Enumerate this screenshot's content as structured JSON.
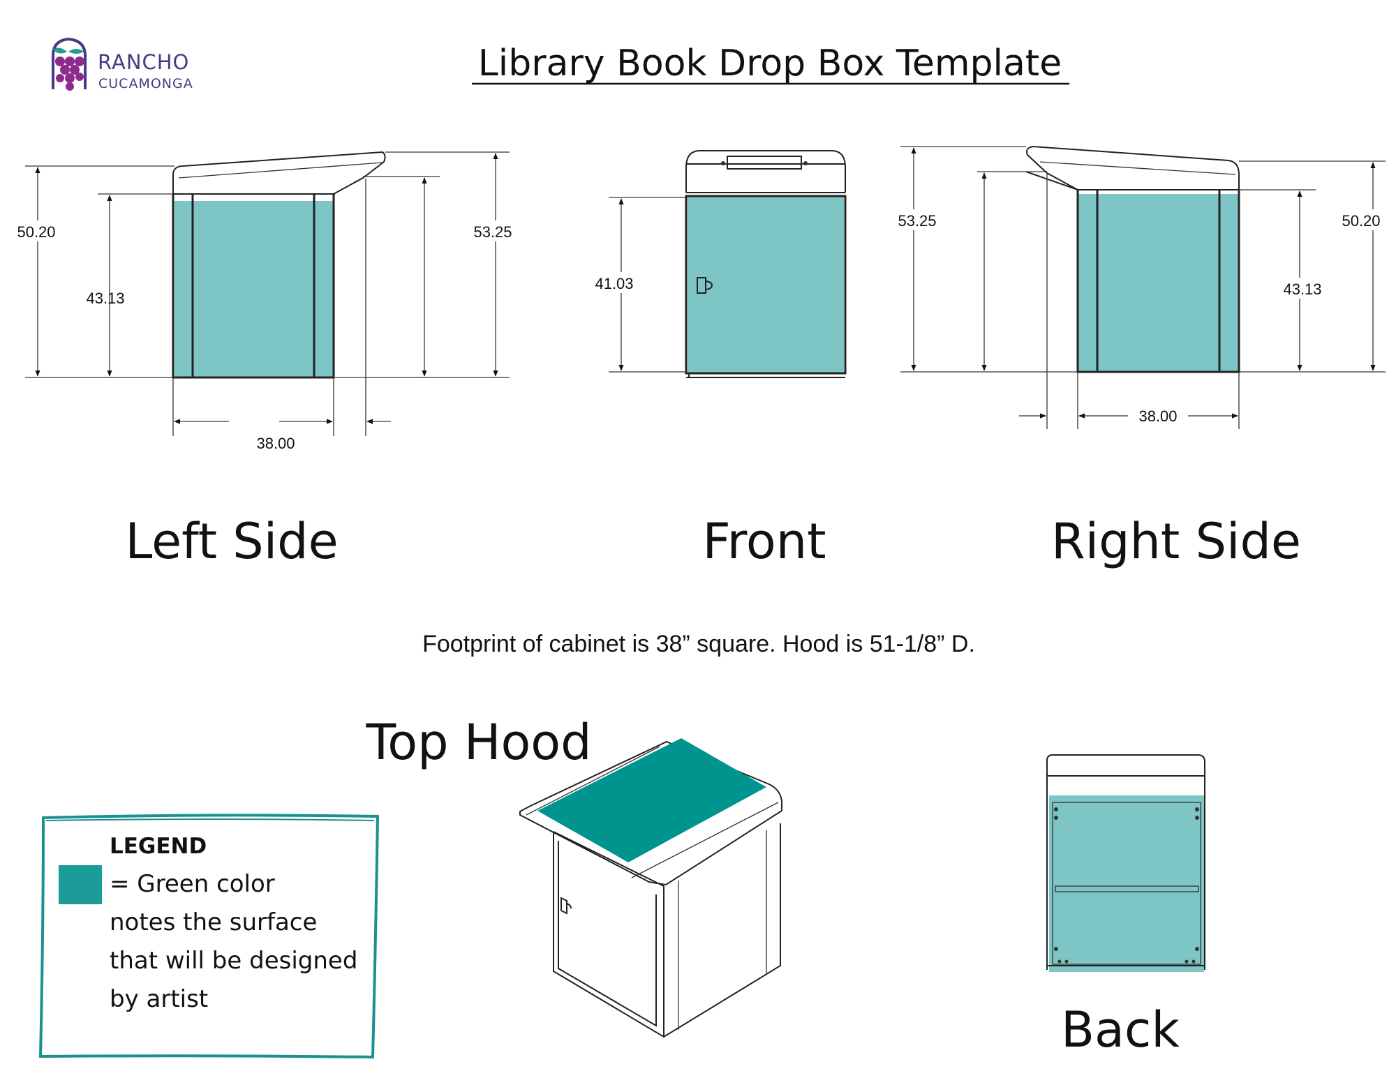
{
  "title": "Library Book Drop Box Template",
  "logo": {
    "line1": "RANCHO",
    "line2": "CUCAMONGA"
  },
  "colors": {
    "teal_light": "#7ec6c6",
    "teal_dark": "#00948f",
    "logo_purple": "#4a3a84",
    "grape": "#8e2a8c",
    "leaf": "#2a9a92"
  },
  "views": {
    "left": {
      "label": "Left Side",
      "dims": [
        "50.20",
        "43.13",
        "53.25",
        "38.00"
      ]
    },
    "front": {
      "label": "Front",
      "dims": [
        "41.03"
      ]
    },
    "right": {
      "label": "Right Side",
      "dims": [
        "53.25",
        "50.20",
        "43.13",
        "38.00"
      ]
    },
    "top": {
      "label": "Top Hood"
    },
    "back": {
      "label": "Back"
    }
  },
  "note": "Footprint of cabinet is 38” square. Hood is 51-1/8” D.",
  "legend": {
    "heading": "LEGEND",
    "lines": [
      "= Green color",
      "notes the surface",
      "that will be designed",
      "by artist"
    ]
  }
}
